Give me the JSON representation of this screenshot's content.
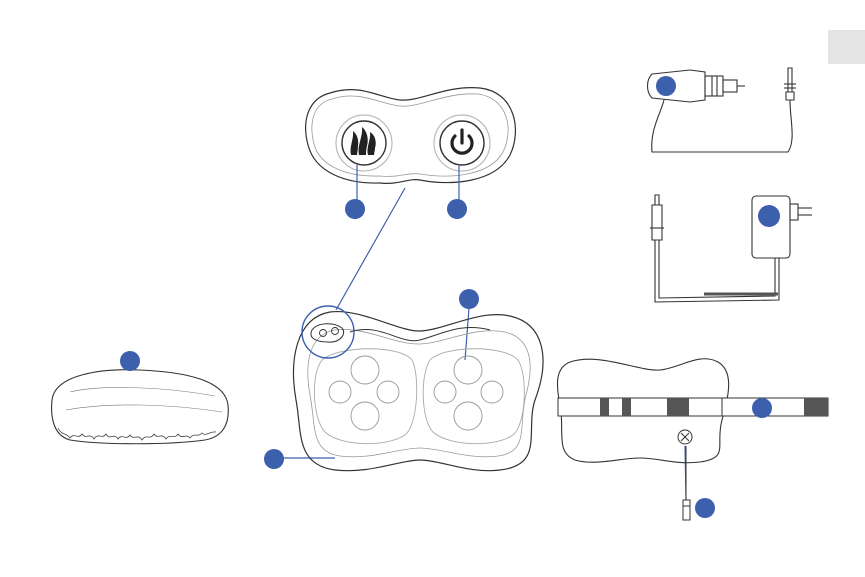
{
  "colors": {
    "marker": "#3d60ad",
    "outline": "#333333",
    "pad_line": "#9a9a9a",
    "tab": "#e4e4e4",
    "belt_dark": "#555555",
    "leader_line": "#3d60ad"
  },
  "icons": {
    "heat_button": "heat-icon",
    "power_button": "power-icon",
    "socket": "dc-socket-icon"
  },
  "markers": [
    {
      "id": "heat-button-marker",
      "label": ""
    },
    {
      "id": "power-button-marker",
      "label": ""
    },
    {
      "id": "massage-node-marker",
      "label": ""
    },
    {
      "id": "pillow-body-marker",
      "label": ""
    },
    {
      "id": "cover-marker",
      "label": ""
    },
    {
      "id": "car-adapter-marker",
      "label": ""
    },
    {
      "id": "wall-adapter-marker",
      "label": ""
    },
    {
      "id": "strap-marker",
      "label": ""
    },
    {
      "id": "power-cord-marker",
      "label": ""
    }
  ]
}
